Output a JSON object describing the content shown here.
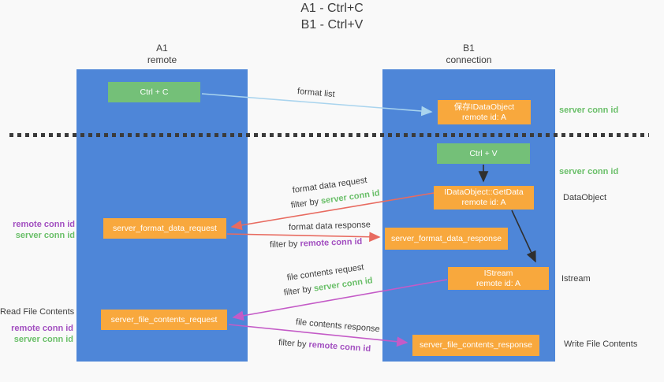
{
  "title": {
    "line1": "A1 - Ctrl+C",
    "line2": "B1 - Ctrl+V"
  },
  "lanes": {
    "a1": {
      "name": "A1",
      "subtitle": "remote"
    },
    "b1": {
      "name": "B1",
      "subtitle": "connection"
    }
  },
  "nodes": {
    "ctrl_c": {
      "label": "Ctrl + C"
    },
    "ctrl_v": {
      "label": "Ctrl + V"
    },
    "save_dataobject": {
      "line1": "保存IDataObject",
      "line2": "remote id: A"
    },
    "getdata": {
      "line1": "IDataObject::GetData",
      "line2": "remote id: A"
    },
    "istream": {
      "line1": "IStream",
      "line2": "remote id: A"
    },
    "format_request": {
      "label": "server_format_data_request"
    },
    "format_response": {
      "label": "server_format_data_response"
    },
    "file_request": {
      "label": "server_file_contents_request"
    },
    "file_response": {
      "label": "server_file_contents_response"
    }
  },
  "terms": {
    "filter_by": "filter by ",
    "server_conn_id": "server conn id",
    "remote_conn_id": "remote conn id"
  },
  "arrow_labels": {
    "format_list": "format list",
    "format_data_request": "format data request",
    "format_data_response": "format data response",
    "file_contents_request": "file contents request",
    "file_contents_response": "file contents response"
  },
  "side_labels": {
    "dataobject": "DataObject",
    "istream": "Istream",
    "read_file_contents": "Read File Contents",
    "write_file_contents": "Write File Contents"
  },
  "colors": {
    "lane_blue": "#4e86d8",
    "box_green": "#74c078",
    "box_orange": "#f8a83d",
    "arrow_light_blue": "#a9d4ee",
    "arrow_red": "#e86b60",
    "arrow_magenta": "#c45bc7",
    "arrow_black": "#2f2f2f",
    "text_green": "#6abf69",
    "text_purple": "#a24fc0",
    "background": "#f9f9f9"
  }
}
